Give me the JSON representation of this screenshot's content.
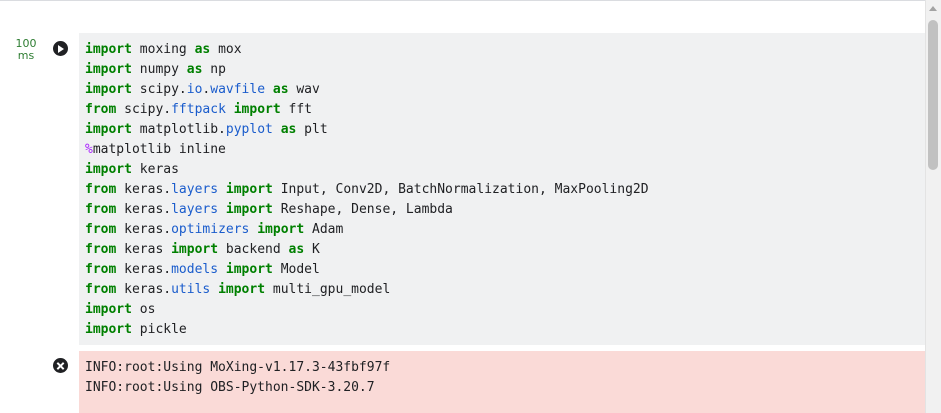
{
  "cell": {
    "exec_time_value": "100",
    "exec_time_unit": "ms",
    "code_lines": [
      [
        {
          "t": "import",
          "c": "kw"
        },
        {
          "t": " moxing "
        },
        {
          "t": "as",
          "c": "kw"
        },
        {
          "t": " mox"
        }
      ],
      [
        {
          "t": "import",
          "c": "kw"
        },
        {
          "t": " numpy "
        },
        {
          "t": "as",
          "c": "kw"
        },
        {
          "t": " np"
        }
      ],
      [
        {
          "t": "import",
          "c": "kw"
        },
        {
          "t": " scipy."
        },
        {
          "t": "io",
          "c": "mod"
        },
        {
          "t": "."
        },
        {
          "t": "wavfile",
          "c": "mod"
        },
        {
          "t": " "
        },
        {
          "t": "as",
          "c": "kw"
        },
        {
          "t": " wav"
        }
      ],
      [
        {
          "t": "from",
          "c": "kw"
        },
        {
          "t": " scipy."
        },
        {
          "t": "fftpack",
          "c": "mod"
        },
        {
          "t": " "
        },
        {
          "t": "import",
          "c": "kw"
        },
        {
          "t": " fft"
        }
      ],
      [
        {
          "t": "import",
          "c": "kw"
        },
        {
          "t": " matplotlib."
        },
        {
          "t": "pyplot",
          "c": "mod"
        },
        {
          "t": " "
        },
        {
          "t": "as",
          "c": "kw"
        },
        {
          "t": " plt"
        }
      ],
      [
        {
          "t": "%",
          "c": "mg"
        },
        {
          "t": "matplotlib inline"
        }
      ],
      [
        {
          "t": "import",
          "c": "kw"
        },
        {
          "t": " keras"
        }
      ],
      [
        {
          "t": "from",
          "c": "kw"
        },
        {
          "t": " keras."
        },
        {
          "t": "layers",
          "c": "mod"
        },
        {
          "t": " "
        },
        {
          "t": "import",
          "c": "kw"
        },
        {
          "t": " Input, Conv2D, BatchNormalization, MaxPooling2D"
        }
      ],
      [
        {
          "t": "from",
          "c": "kw"
        },
        {
          "t": " keras."
        },
        {
          "t": "layers",
          "c": "mod"
        },
        {
          "t": " "
        },
        {
          "t": "import",
          "c": "kw"
        },
        {
          "t": " Reshape, Dense, Lambda"
        }
      ],
      [
        {
          "t": "from",
          "c": "kw"
        },
        {
          "t": " keras."
        },
        {
          "t": "optimizers",
          "c": "mod"
        },
        {
          "t": " "
        },
        {
          "t": "import",
          "c": "kw"
        },
        {
          "t": " Adam"
        }
      ],
      [
        {
          "t": "from",
          "c": "kw"
        },
        {
          "t": " keras "
        },
        {
          "t": "import",
          "c": "kw"
        },
        {
          "t": " backend "
        },
        {
          "t": "as",
          "c": "kw"
        },
        {
          "t": " K"
        }
      ],
      [
        {
          "t": "from",
          "c": "kw"
        },
        {
          "t": " keras."
        },
        {
          "t": "models",
          "c": "mod"
        },
        {
          "t": " "
        },
        {
          "t": "import",
          "c": "kw"
        },
        {
          "t": " Model"
        }
      ],
      [
        {
          "t": "from",
          "c": "kw"
        },
        {
          "t": " keras."
        },
        {
          "t": "utils",
          "c": "mod"
        },
        {
          "t": " "
        },
        {
          "t": "import",
          "c": "kw"
        },
        {
          "t": " multi_gpu_model"
        }
      ],
      [
        {
          "t": "import",
          "c": "kw"
        },
        {
          "t": " os"
        }
      ],
      [
        {
          "t": "import",
          "c": "kw"
        },
        {
          "t": " pickle"
        }
      ]
    ]
  },
  "output": {
    "lines": [
      "INFO:root:Using MoXing-v1.17.3-43fbf97f",
      "INFO:root:Using OBS-Python-SDK-3.20.7"
    ]
  },
  "icons": {
    "run": "play-circle-icon",
    "output": "clear-output-icon",
    "scroll_up": "chevron-up-icon"
  },
  "colors": {
    "keyword": "#008000",
    "module": "#1a5ccc",
    "magic": "#aa22ff",
    "exec_time": "#2e7d32",
    "cell_bg": "#f0f1f2",
    "output_bg": "#fadad7"
  }
}
